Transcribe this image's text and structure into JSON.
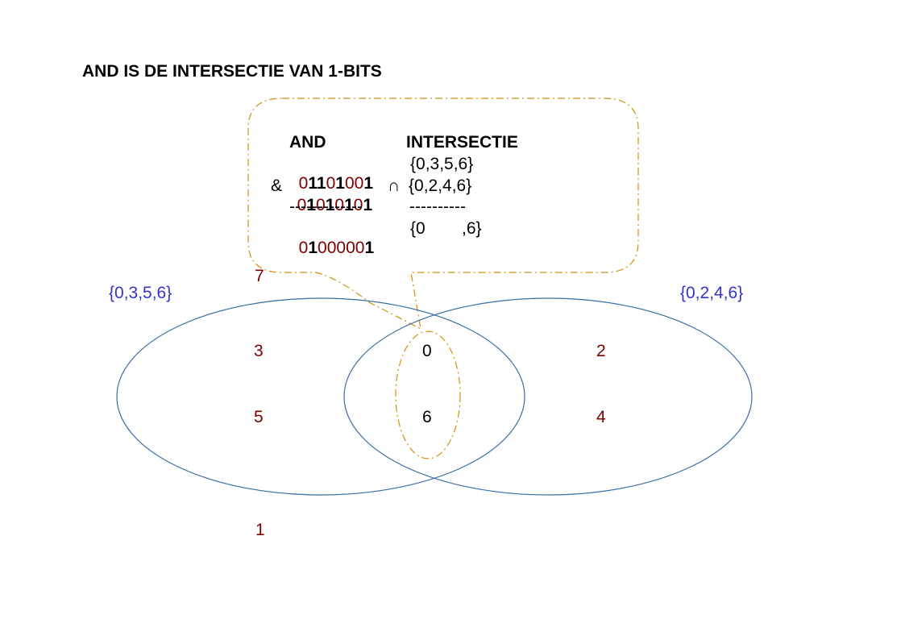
{
  "title": "AND IS DE INTERSECTIE VAN 1-BITS",
  "callout": {
    "and_header": "AND",
    "intersect_header": "INTERSECTIE",
    "row1_prefix": "",
    "row1_bits": "01101001",
    "row1_set": "{0,3,5,6}",
    "row2_prefix": "&",
    "row2_bits": "01010101",
    "row2_op": "∩",
    "row2_set": "{0,2,4,6}",
    "dashes_left": "-------------",
    "dashes_right": "----------",
    "result_bits": "01000001",
    "result_set_left": "{0",
    "result_set_right": ",6}"
  },
  "sets": {
    "left_label": "{0,3,5,6}",
    "right_label": "{0,2,4,6}"
  },
  "elements": {
    "outside_top": "7",
    "left_a": "3",
    "left_b": "5",
    "center_a": "0",
    "center_b": "6",
    "right_a": "2",
    "right_b": "4",
    "outside_bottom": "1"
  },
  "colors": {
    "ellipse": "#3a6ea5",
    "callout": "#d4900a",
    "set_label": "#3333cc",
    "zero_bit": "#7b0000",
    "one_bit": "#000000"
  }
}
